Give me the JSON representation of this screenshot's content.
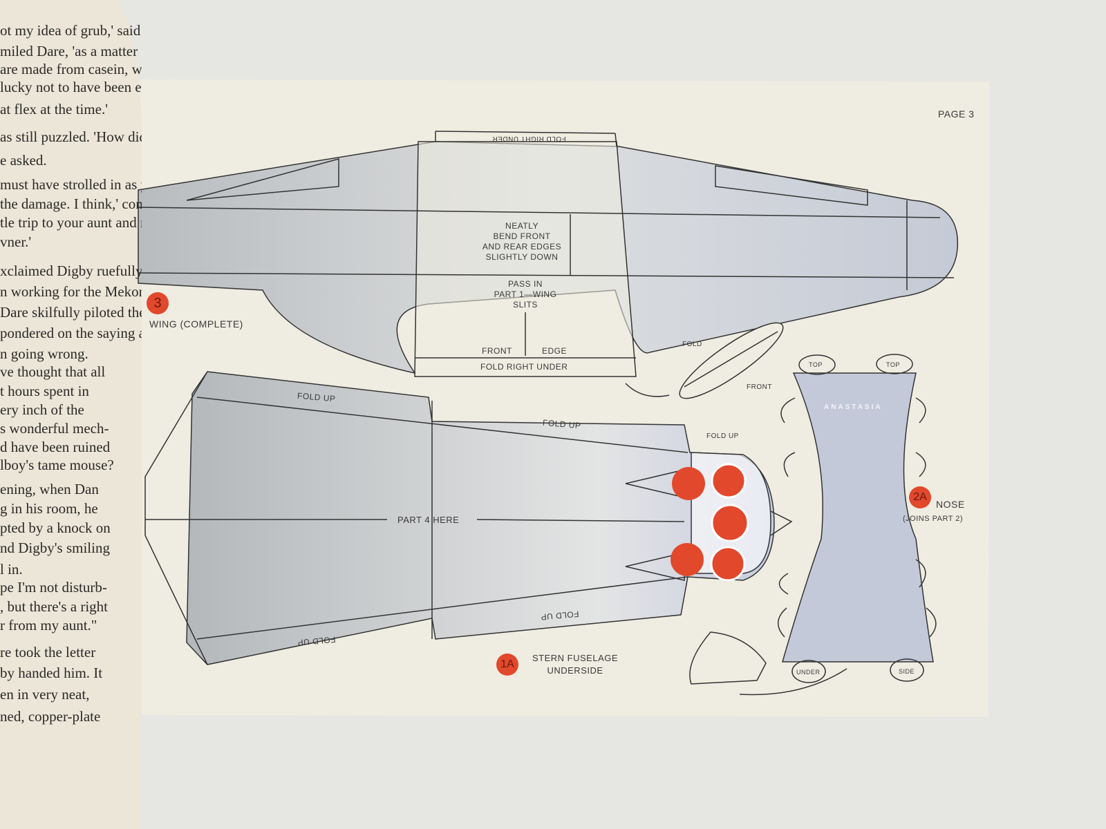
{
  "left_page": {
    "lines": [
      "ot my idea of grub,' said Digby,",
      "miled Dare, 'as a matter of fact it is made",
      "are made from casein, which is made from",
      "lucky not to have been electrocuted, with",
      "at flex at the time.'",
      "as still puzzled. 'How did the little pest",
      "e asked.",
      "must have strolled in as you were lying down",
      "the damage. I think,' continued Dare, 'a",
      "tle trip to your aunt and return the little",
      "vner.'",
      "xclaimed Digby ruefully, 'he couldn't have",
      "n working for the Mekon.'",
      "Dare skilfully piloted the Anastasia towards",
      "pondered on the saying about the best laid",
      "n going wrong.",
      "ve thought that all",
      "t hours spent in",
      "ery inch of the",
      "s wonderful mech-",
      "d have been ruined",
      "lboy's tame mouse?",
      "ening, when Dan",
      "g in his room, he",
      "pted by a knock on",
      "nd Digby's smiling",
      "l in.",
      "pe I'm not disturb-",
      ", but there's a right",
      "r from my aunt.\"",
      "re took the letter",
      "by handed him. It",
      "en in very neat,",
      "ned, copper-plate"
    ]
  },
  "right_page": {
    "page_number": "PAGE 3",
    "wing": {
      "fold_top": "FOLD RIGHT UNDER",
      "bend_note": [
        "NEATLY",
        "BEND FRONT",
        "AND REAR EDGES",
        "SLIGHTLY DOWN"
      ],
      "pass_note": [
        "PASS IN",
        "PART 1—WING",
        "SLITS"
      ],
      "front": "FRONT",
      "edge": "EDGE",
      "fold_bottom": "FOLD RIGHT UNDER",
      "badge": "3",
      "title": "WING (COMPLETE)",
      "inset_fold": "FOLD",
      "inset_front": "FRONT"
    },
    "stern": {
      "fold_up_1": "FOLD UP",
      "fold_up_2": "FOLD UP",
      "fold_up_small": "FOLD UP",
      "part4": "PART 4 HERE",
      "fold_up_3": "FOLD UP",
      "fold_up_4": "FOLD UP",
      "badge": "1A",
      "title": [
        "STERN FUSELAGE",
        "UNDERSIDE"
      ]
    },
    "nose": {
      "top_1": "TOP",
      "top_2": "TOP",
      "name": "ANASTASIA",
      "badge": "2A",
      "title": "NOSE",
      "subtitle": "(JOINS PART 2)",
      "under": "UNDER",
      "side": "SIDE"
    }
  },
  "colors": {
    "paper": "#efece1",
    "metal": "#c9cdd3",
    "red": "#e2482c",
    "ink": "#3a3a3a"
  }
}
